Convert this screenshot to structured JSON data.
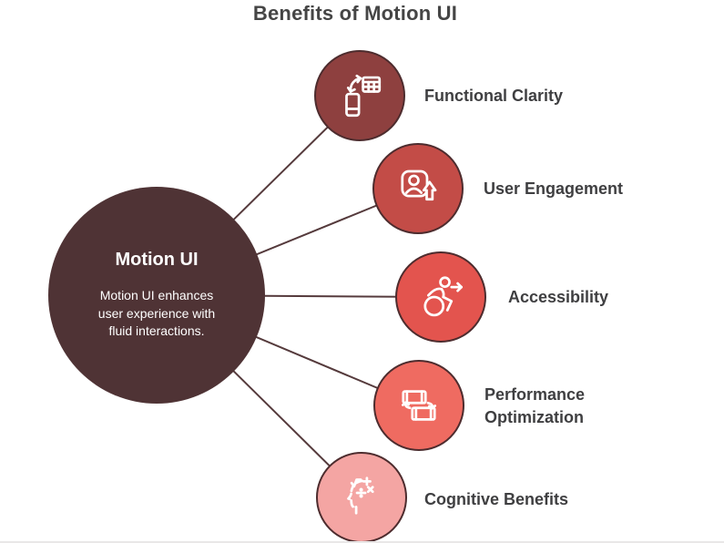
{
  "title": "Benefits of Motion UI",
  "center": {
    "title": "Motion UI",
    "description": "Motion UI enhances user experience with fluid interactions.",
    "bg_color": "#4F3335",
    "text_color": "#FFFFFF"
  },
  "nodes": [
    {
      "label": "Functional Clarity",
      "icon": "phone-to-table-swap-icon",
      "color": "#8E403F"
    },
    {
      "label": "User Engagement",
      "icon": "user-card-upload-icon",
      "color": "#C34C47"
    },
    {
      "label": "Accessibility",
      "icon": "wheelchair-forward-icon",
      "color": "#E3544E"
    },
    {
      "label": "Performance Optimization",
      "icon": "frames-cycle-icon",
      "color": "#EF6B61"
    },
    {
      "label": "Cognitive Benefits",
      "icon": "head-math-icon",
      "color": "#F4A5A3"
    }
  ],
  "colors": {
    "background": "#FFFFFF",
    "line": "#553A3C",
    "node_border": "#4D2C2E",
    "label_text": "#3F3F41",
    "title_text": "#454545"
  }
}
